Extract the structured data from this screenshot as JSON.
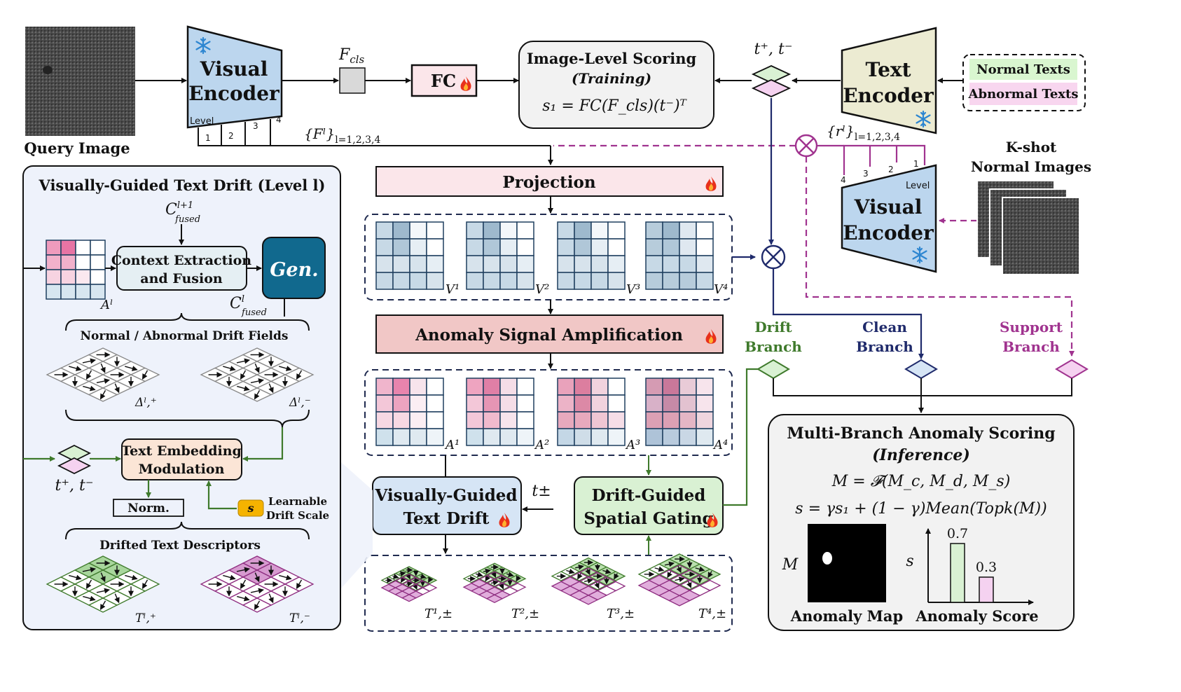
{
  "labels": {
    "query_image": "Query Image",
    "visual_encoder_line1": "Visual",
    "visual_encoder_line2": "Encoder",
    "level": "Level",
    "lv1": "1",
    "lv2": "2",
    "lv3": "3",
    "lv4": "4",
    "fcls": "F",
    "fcls_sub": "cls",
    "fc": "FC",
    "scoring_title": "Image-Level Scoring",
    "scoring_sub": "(Training)",
    "scoring_eq": "s₁ = FC(F_cls)(t⁻)ᵀ",
    "tpm": "t⁺, t⁻",
    "text_encoder_line1": "Text",
    "text_encoder_line2": "Encoder",
    "normal_texts": "Normal Texts",
    "abnormal_texts": "Abnormal Texts",
    "feature_set": "{Fˡ}",
    "feature_sub": "l=1,2,3,4",
    "r_set": "{rˡ}",
    "r_sub": "l=1,2,3,4",
    "kshot_line1": "K-shot",
    "kshot_line2": "Normal Images",
    "projection": "Projection",
    "v1": "V¹",
    "v2": "V²",
    "v3": "V³",
    "v4": "V⁴",
    "asa": "Anomaly Signal Amplification",
    "a1": "A¹",
    "a2": "A²",
    "a3": "A³",
    "a4": "A⁴",
    "vgtd_line1": "Visually-Guided",
    "vgtd_line2": "Text Drift",
    "dgsg_line1": "Drift-Guided",
    "dgsg_line2": "Spatial Gating",
    "tpm_single": "t±",
    "t1": "T¹,±",
    "t2": "T²,±",
    "t3": "T³,±",
    "t4": "T⁴,±",
    "drift_branch_1": "Drift",
    "drift_branch_2": "Branch",
    "clean_branch_1": "Clean",
    "clean_branch_2": "Branch",
    "support_branch_1": "Support",
    "support_branch_2": "Branch",
    "mbas_title": "Multi-Branch Anomaly Scoring",
    "mbas_sub": "(Inference)",
    "mbas_eq1": "M = 𝓕(M_c, M_d, M_s)",
    "mbas_eq2": "s = γs₁ + (1 − γ)Mean(Topk(M))",
    "m_label": "M",
    "s_label": "s",
    "bar_normal": "0.7",
    "bar_abnormal": "0.3",
    "anomaly_map": "Anomaly Map",
    "anomaly_score": "Anomaly Score",
    "panel_title": "Visually-Guided Text Drift (Level l)",
    "c_next": "C",
    "c_next_sup": "l+1",
    "c_next_sub": "fused",
    "context_line1": "Context Extraction",
    "context_line2": "and Fusion",
    "gen": "Gen.",
    "al": "Aˡ",
    "c_cur": "C",
    "c_cur_sup": "l",
    "c_cur_sub": "fused",
    "drift_fields": "Normal / Abnormal Drift Fields",
    "delta_pos": "Δˡ,⁺",
    "delta_neg": "Δˡ,⁻",
    "tem_line1": "Text Embedding",
    "tem_line2": "Modulation",
    "panel_tpm": "t⁺, t⁻",
    "norm": "Norm.",
    "s_box": "s",
    "learnable_1": "Learnable",
    "learnable_2": "Drift Scale",
    "drifted": "Drifted Text Descriptors",
    "tl_pos": "Tˡ,⁺",
    "tl_neg": "Tˡ,⁻"
  },
  "bars": [
    0.7,
    0.3
  ],
  "colors": {
    "encoder_blue": "#bcd6ee",
    "text_encoder": "#ecebd2",
    "pink_box": "#fbe6ea",
    "asa_box": "#f1c7c6",
    "green_box": "#d9f1d3",
    "blue_box": "#d6e5f5",
    "gen_box": "#11698e",
    "panel_bg": "#eef2fb",
    "navy": "#1f2a6b",
    "purple": "#a0338f",
    "green_line": "#3f7a2c",
    "flame": "#e8301b",
    "snow": "#2d86d1"
  }
}
